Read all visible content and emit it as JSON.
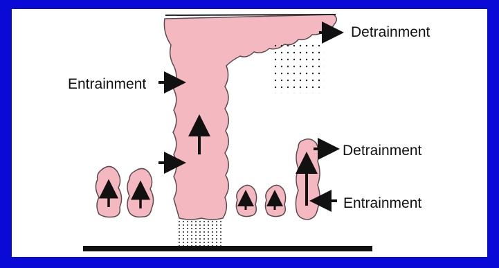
{
  "labels": {
    "detrainment_top": "Detrainment",
    "entrainment_left": "Entrainment",
    "detrainment_right": "Detrainment",
    "entrainment_right": "Entrainment"
  },
  "colors": {
    "background": "#0a0ad6",
    "panel": "#ffffff",
    "cloud_fill": "#f4b8c0",
    "cloud_outline": "#5a4a4e",
    "arrow": "#111111",
    "ground": "#111111"
  }
}
